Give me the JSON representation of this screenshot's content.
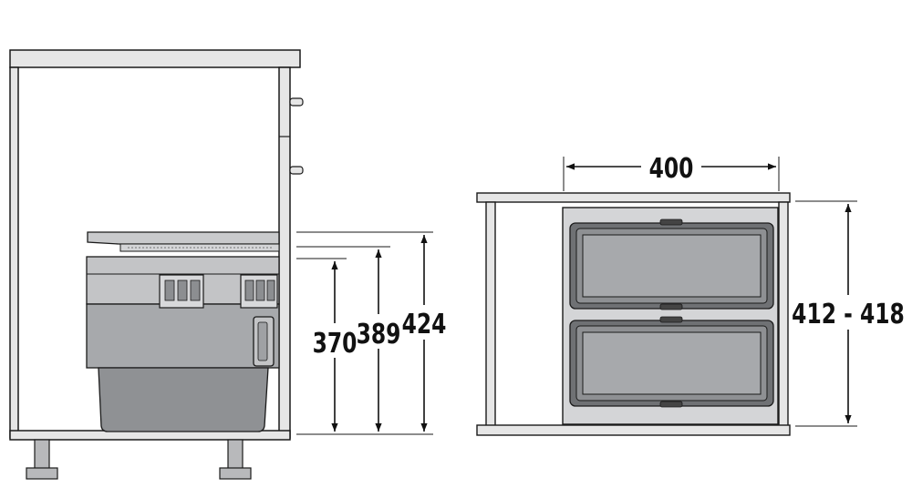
{
  "diagram": {
    "side_view": {
      "dimensions": [
        {
          "label": "370"
        },
        {
          "label": "389"
        },
        {
          "label": "424"
        }
      ]
    },
    "front_view": {
      "width_dimension": {
        "label": "400"
      },
      "height_dimension": {
        "label": "412 - 418"
      }
    }
  },
  "colors": {
    "line": "#1a1a1a",
    "cabinet_fill": "#e6e6e6",
    "bin_fill": "#a7a9ac",
    "bin_dark": "#7b7d80",
    "frame_fill": "#d4d5d7",
    "rail_fill": "#c3c4c6"
  }
}
